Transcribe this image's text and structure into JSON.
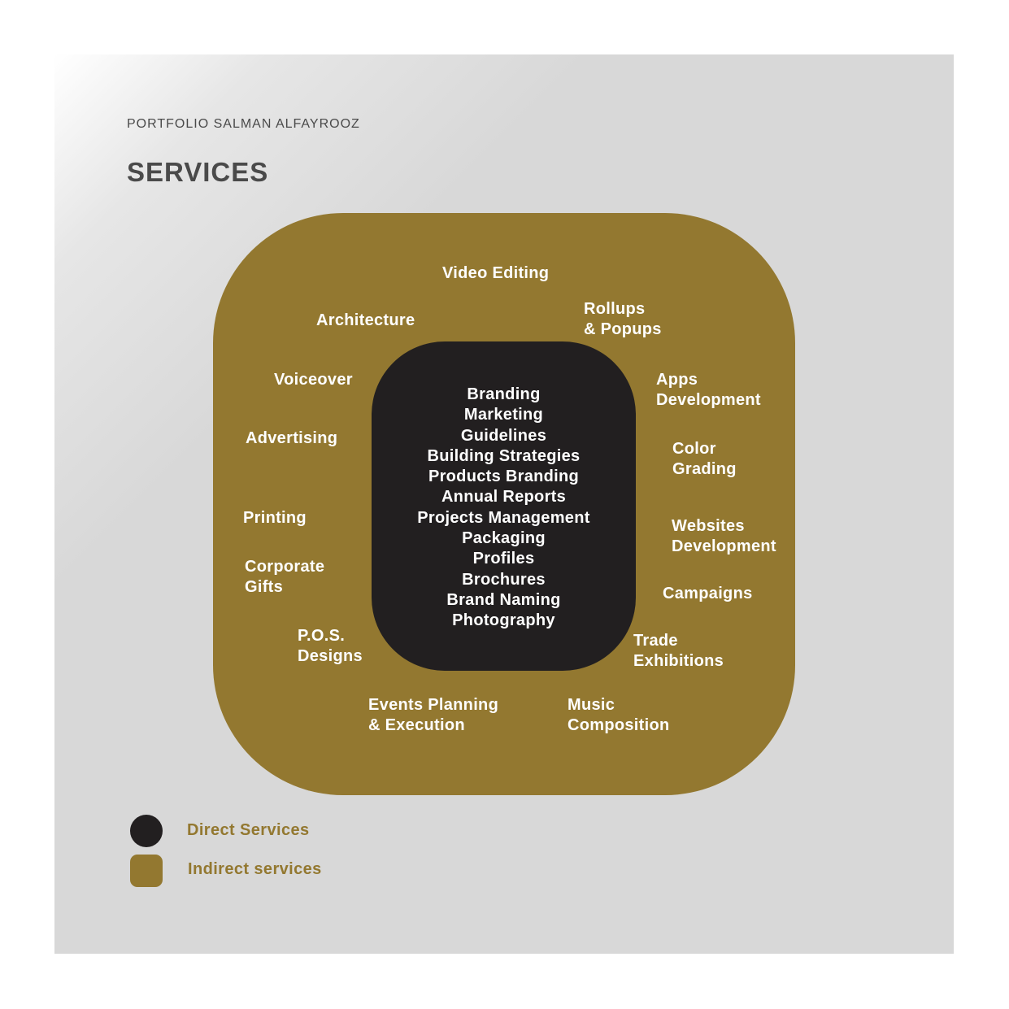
{
  "header": {
    "portfolio": "PORTFOLIO SALMAN ALFAYROOZ",
    "title": "SERVICES"
  },
  "direct_services": [
    "Branding",
    "Marketing",
    "Guidelines",
    "Building Strategies",
    "Products Branding",
    "Annual Reports",
    "Projects Management",
    "Packaging",
    "Profiles",
    "Brochures",
    "Brand Naming",
    "Photography"
  ],
  "indirect_services": {
    "video_editing": [
      "Video Editing"
    ],
    "rollups": [
      "Rollups",
      "& Popups"
    ],
    "architecture": [
      "Architecture"
    ],
    "voiceover": [
      "Voiceover"
    ],
    "apps": [
      "Apps",
      "Development"
    ],
    "advertising": [
      "Advertising"
    ],
    "color_grading": [
      "Color",
      "Grading"
    ],
    "printing": [
      "Printing"
    ],
    "websites": [
      "Websites",
      "Development"
    ],
    "corporate_gifts": [
      "Corporate",
      "Gifts"
    ],
    "campaigns": [
      "Campaigns"
    ],
    "pos": [
      "P.O.S.",
      "Designs"
    ],
    "trade": [
      "Trade",
      "Exhibitions"
    ],
    "events": [
      "Events Planning",
      "& Execution"
    ],
    "music": [
      "Music",
      "Composition"
    ]
  },
  "legend": {
    "direct": "Direct Services",
    "indirect": "Indirect services"
  },
  "colors": {
    "background": "#d8d8d8",
    "indirect": "#937830",
    "direct": "#221f20",
    "text_light": "#ffffff",
    "text_dark": "#4a4a4a"
  }
}
